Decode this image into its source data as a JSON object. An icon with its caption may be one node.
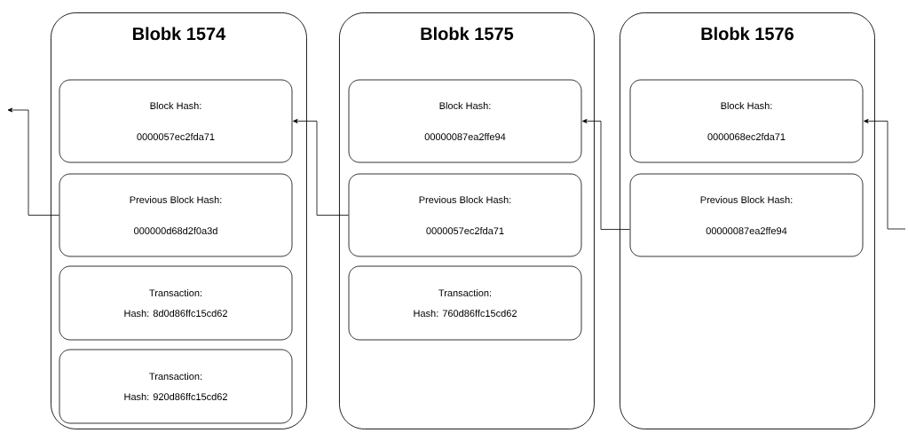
{
  "diagram": {
    "nodes": [
      {
        "text": [
          "Blobk 1574"
        ]
      },
      {
        "text": [
          "Block Hash:",
          "0000057ec2fda71"
        ],
        "in": 0
      },
      {
        "text": [
          "Previous Block Hash:",
          "000000d68d2f0a3d"
        ],
        "in": 0
      },
      {
        "text": [
          "Transaction:",
          "Hash: 8d0d86ffc15cd62"
        ],
        "in": 0
      },
      {
        "text": [
          "Transaction:",
          "Hash: 920d86ffc15cd62"
        ],
        "in": 0
      },
      {
        "text": [
          "Blobk 1575"
        ]
      },
      {
        "text": [
          "Block Hash:",
          "00000087ea2ffe94"
        ],
        "in": 5
      },
      {
        "text": [
          "Previous Block Hash:",
          "0000057ec2fda71"
        ],
        "in": 5
      },
      {
        "text": [
          "Transaction:",
          "Hash: 760d86ffc15cd62"
        ],
        "in": 5
      },
      {
        "text": [
          "Blobk 1576"
        ]
      },
      {
        "text": [
          "Block Hash:",
          "0000068ec2fda71"
        ],
        "in": 9
      },
      {
        "text": [
          "Previous Block Hash:",
          "00000087ea2ffe94"
        ],
        "in": 9
      }
    ],
    "edges": [
      {
        "from": 2,
        "to": null,
        "arrow": "to"
      },
      {
        "from": 7,
        "to": 1,
        "arrow": "to"
      },
      {
        "from": 11,
        "to": 6,
        "arrow": "to"
      },
      {
        "from": null,
        "to": 10,
        "arrow": "to"
      }
    ]
  }
}
